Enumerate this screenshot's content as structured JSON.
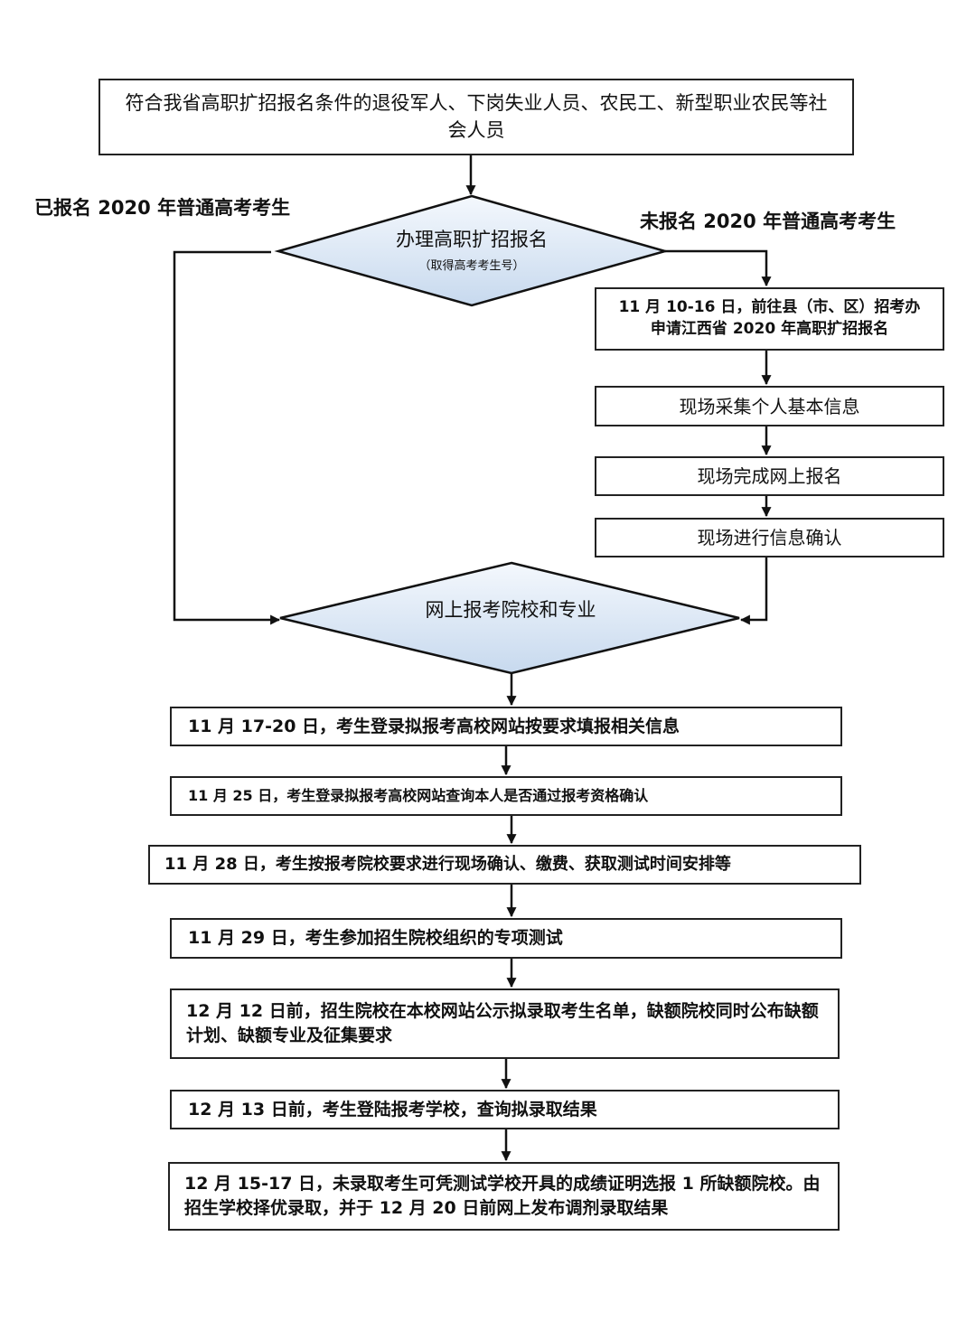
{
  "start_box": "符合我省高职扩招报名条件的退役军人、下岗失业人员、农民工、新型职业农民等社会人员",
  "branch_left_label": "已报名 2020 年普通高考考生",
  "branch_right_label": "未报名 2020 年普通高考考生",
  "diamond_register": {
    "title": "办理高职扩招报名",
    "subtitle": "（取得高考考生号）"
  },
  "right_steps": [
    "11 月 10-16 日，前往县（市、区）招考办申请江西省 2020 年高职扩招报名",
    "现场采集个人基本信息",
    "现场完成网上报名",
    "现场进行信息确认"
  ],
  "diamond_apply": {
    "title": "网上报考院校和专业"
  },
  "main_steps": [
    "11 月 17-20 日，考生登录拟报考高校网站按要求填报相关信息",
    "11 月 25 日，考生登录拟报考高校网站查询本人是否通过报考资格确认",
    "11 月 28 日，考生按报考院校要求进行现场确认、缴费、获取测试时间安排等",
    "11 月 29 日，考生参加招生院校组织的专项测试",
    "12 月 12 日前，招生院校在本校网站公示拟录取考生名单，缺额院校同时公布缺额计划、缺额专业及征集要求",
    "12 月 13 日前，考生登陆报考学校，查询拟录取结果",
    "12 月 15-17 日，未录取考生可凭测试学校开具的成绩证明选报 1 所缺额院校。由招生学校择优录取，并于 12 月 20 日前网上发布调剂录取结果"
  ]
}
